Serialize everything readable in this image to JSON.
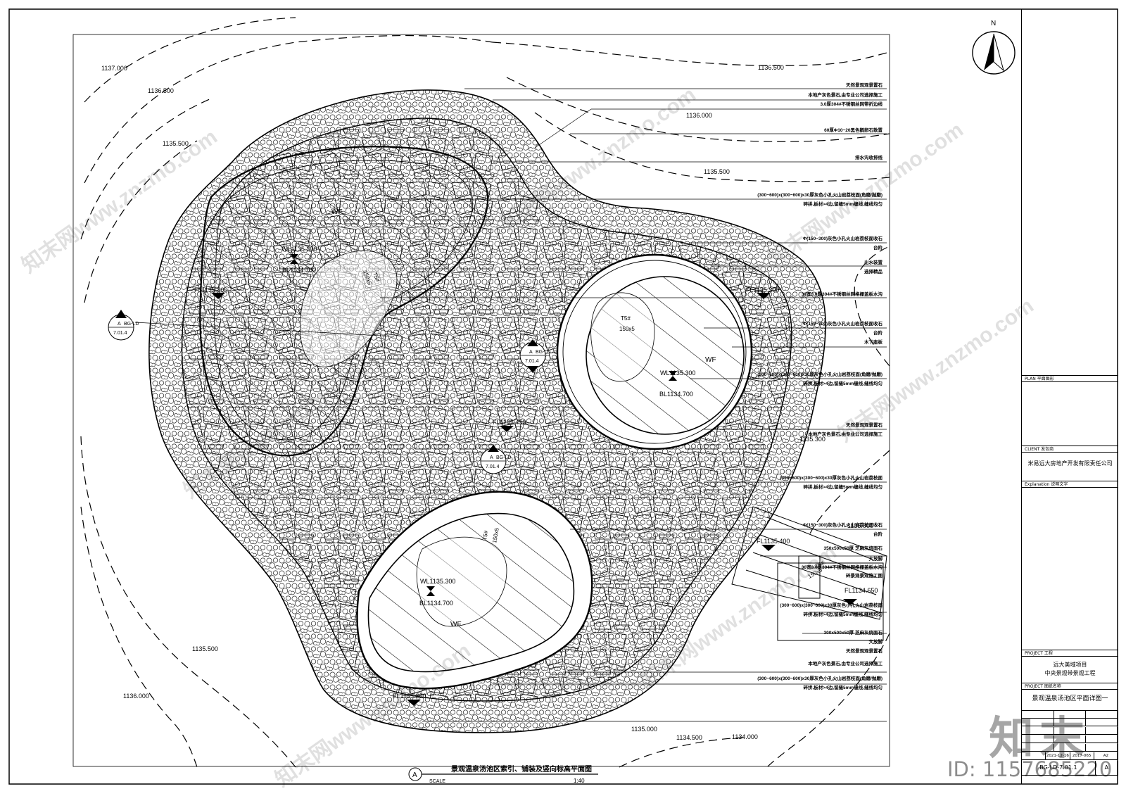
{
  "drawing": {
    "title": "景观温泉汤池区索引、铺装及竖向标高平面图",
    "section_mark": "A",
    "scale_label": "SCALE",
    "scale_value": "1:40",
    "north_label": "N"
  },
  "contours": [
    {
      "label": "1137.000"
    },
    {
      "label": "1136.500"
    },
    {
      "label": "1135.500"
    },
    {
      "label": "1136.500"
    },
    {
      "label": "1136.000"
    },
    {
      "label": "1135.500"
    },
    {
      "label": "1135.000"
    },
    {
      "label": "1135.500"
    },
    {
      "label": "1136.000"
    },
    {
      "label": "1135.000"
    },
    {
      "label": "1134.500"
    },
    {
      "label": "1134.000"
    }
  ],
  "elevations": [
    {
      "text": "WL1135.300"
    },
    {
      "text": "BL1134.700"
    },
    {
      "text": "FL1135.300"
    },
    {
      "text": "FL1135.300"
    },
    {
      "text": "WL1135.300"
    },
    {
      "text": "BL1134.700"
    },
    {
      "text": "FL1135.450"
    },
    {
      "text": "FL1135.400"
    },
    {
      "text": "FL1134.650"
    },
    {
      "text": "WL1135.300"
    },
    {
      "text": "BL1134.700"
    },
    {
      "text": "FL1135.300"
    },
    {
      "text": "1135.300"
    }
  ],
  "pool_labels": [
    "WF",
    "WF",
    "WF"
  ],
  "step_labels": [
    {
      "name": "T5#",
      "size": "150x5"
    },
    {
      "name": "T5#",
      "size": "150x5"
    },
    {
      "name": "T5#",
      "size": "150x5"
    },
    {
      "name": "T5#",
      "size": "150x5"
    }
  ],
  "section_refs": [
    {
      "mark": "A",
      "code": "7.01.4",
      "tag": "BG-LD"
    },
    {
      "mark": "A",
      "code": "7.01.4",
      "tag": "BG-LD"
    },
    {
      "mark": "A",
      "code": "7.01.4",
      "tag": "BG-LD"
    }
  ],
  "notes": [
    [
      "天然景观观景置石"
    ],
    [
      "本地产灰色景石,由专业公司选择施工",
      "3.0厚304#不锈钢丝网带折边线"
    ],
    [
      "60厚Φ10~20黑色鹅卵石散置"
    ],
    [
      "排水沟收排线"
    ],
    [
      "(300~600)x(300~600)x30厚灰色小孔火山岩荔枝面(角磨/抛磨)",
      "碎拼,板材>4边,留缝5mm缝线,缝线均匀"
    ],
    [
      "Φ(150~300)灰色小孔火山岩荔枝面收石",
      "台阶"
    ],
    [
      "出水装置",
      "选择精品"
    ],
    [
      "30宽3.0厚304#不锈钢丝网格栅盖板水沟"
    ],
    [
      "Φ(150~300)灰色小孔火山岩荔枝面收石",
      "台阶",
      "木下座板"
    ],
    [
      "(300~600)x(300~600)x30厚灰色小孔火山岩荔枝面(角磨/抛磨)",
      "碎拼,板材>4边,留缝5mm缝线,缝线均匀"
    ],
    [
      "天然景观观景置石",
      "本地产灰色景石,由专业公司选择施工"
    ],
    [
      "(300~600)x(300~600)x30厚灰色小孔火山岩荔枝面",
      "碎拼,板材>4边,留缝5mm缝线,缝线均匀"
    ],
    [
      "Φ(150~300)灰色小孔火山岩荔枝面收石",
      "台阶"
    ],
    [
      "350x500x50厚 芝麻灰烧面石"
    ],
    [
      "大放脚",
      "30宽3.0厚304#不锈钢丝网格栅盖板水沟",
      "碎景观景观施工图"
    ],
    [
      "(300~600)x(300~600)x30厚灰色小孔火山岩荔枝面",
      "碎拼,板材>4边,留缝5mm缝线,缝线均匀"
    ],
    [
      "300x500x50厚 芝麻灰烧面石",
      "大放脚",
      "天然景观观景置石"
    ],
    [
      "本地产灰色景石,由专业公司选择施工"
    ],
    [
      "(300~600)x(300~600)x30厚灰色小孔火山岩荔枝面(角磨/抛磨)",
      "碎拼,板材>4边,留缝5mm缝线,缝线均匀"
    ]
  ],
  "title_block": {
    "plan_header": "PLAN 平面图形",
    "client_header": "CLIENT 发包商",
    "client_name": "米易远大房地产开发有限责任公司",
    "explanation_header": "Explanation 说明文字",
    "project_header": "PROJECT 工程",
    "project_line1": "远大美域项目",
    "project_line2": "中央景观带景观工程",
    "drawing_header": "PROJECT 图纸名称",
    "drawing_name": "景观温泉汤池区平面详图一",
    "date": "2021-12-16",
    "number": "2017-065",
    "size": "A2",
    "sheet_no": "BG-LD-7.01.1",
    "revision": "A"
  },
  "watermarks": {
    "site": "知末网www.znzmo.com",
    "logo": "知末",
    "id": "ID: 1157685220"
  }
}
